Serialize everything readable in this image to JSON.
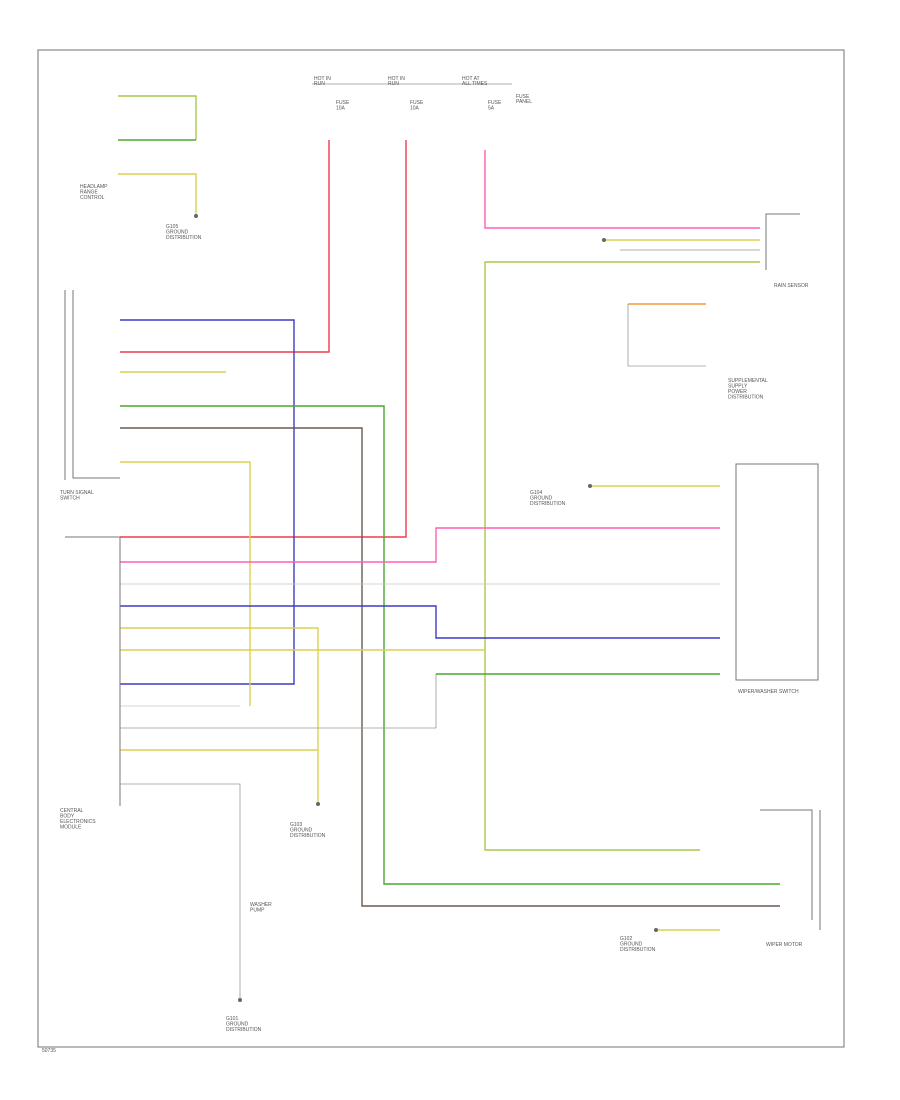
{
  "diagram": {
    "code": "50735",
    "wire_colors": {
      "red": "#ee3b4f",
      "pink": "#ff5fb5",
      "green": "#4aa82e",
      "yellowgreen": "#a9c94a",
      "yellow": "#d9d24e",
      "blue": "#3c3cc4",
      "brown": "#6a5a52",
      "orange": "#f29a3c",
      "white": "#c8c8c8",
      "gray": "#9a9a9a"
    },
    "labels": {
      "headlamp_range": "HEADLAMP\nRANGE\nCONTROL",
      "ground_g1": "G105\nGROUND\nDISTRIBUTION",
      "fuse_f10": "FUSE\n10A",
      "fuse_f5": "FUSE\n5A",
      "fuse_panel": "FUSE\nPANEL",
      "rain_sensor": "RAIN SENSOR",
      "supplemental": "SUPPLEMENTAL\nSUPPLY\nPOWER\nDISTRIBUTION",
      "ground_mid": "G104\nGROUND\nDISTRIBUTION",
      "turn_switch": "TURN SIGNAL\nSWITCH",
      "wiper_switch": "WIPER/WASHER SWITCH",
      "central_module": "CENTRAL\nBODY\nELECTRONICS\nMODULE",
      "ground_bottom_mid": "G103\nGROUND\nDISTRIBUTION",
      "washer_pump": "WASHER\nPUMP",
      "ground_bottom": "G101\nGROUND\nDISTRIBUTION",
      "wiper_motor": "WIPER MOTOR",
      "ground_right": "G102\nGROUND\nDISTRIBUTION",
      "hot_run": "HOT IN\nRUN",
      "hot_at_all": "HOT AT\nALL TIMES"
    }
  }
}
